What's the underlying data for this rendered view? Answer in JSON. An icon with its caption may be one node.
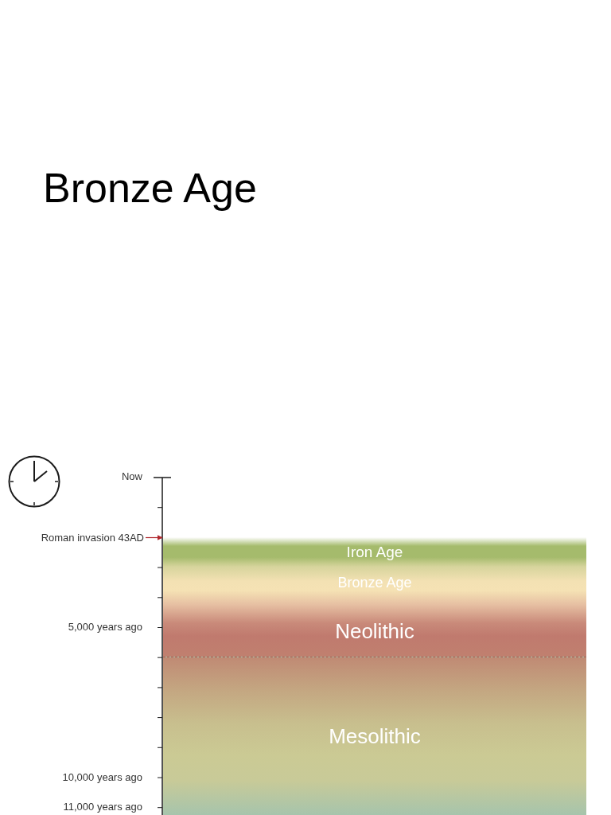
{
  "diagram": {
    "title": "Bronze Age",
    "nodes": [
      {
        "text": [
          "Roman invasion 43AD"
        ]
      },
      {
        "text": [
          "Iron Age"
        ]
      },
      {
        "text": [
          "Bronze Age"
        ]
      },
      {
        "text": [
          "Neolithic"
        ]
      },
      {
        "text": [
          "Mesolithic"
        ]
      }
    ],
    "edges": [
      {
        "from": 0,
        "to": 1,
        "arrow": "to",
        "color": "#b0262c"
      }
    ],
    "labels": [
      "Now",
      "5,000 years ago",
      "10,000 years ago",
      "11,000 years ago"
    ]
  }
}
